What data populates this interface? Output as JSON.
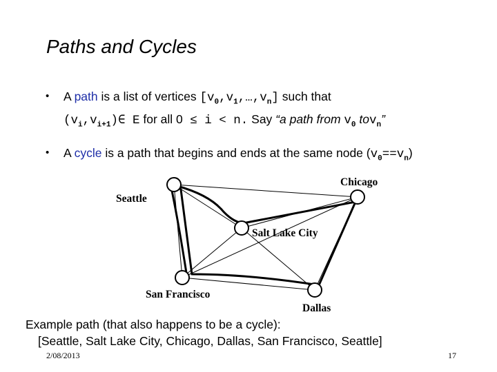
{
  "slide": {
    "title": "Paths and Cycles",
    "date": "2/08/2013",
    "page_number": "17"
  },
  "bullet1": {
    "t1": "A ",
    "kw": "path",
    "t2": " is a list of vertices ",
    "list_open": "[v",
    "s0": "0",
    "c1": ",v",
    "s1": "1",
    "c2": ",…,v",
    "sn": "n",
    "list_close": "]",
    "t3": "  such that",
    "line2_open": "(v",
    "si": "i",
    "line2_mid": ",v",
    "sip1": "i+1",
    "line2_close": ")∈ E",
    "t4": " for all ",
    "zero": "0",
    "cond": " ≤ i < n.",
    "t5": "  Say ",
    "quote1": "“a path from ",
    "v0": "v",
    "v0sub": "0",
    "to": " to",
    "vn": "v",
    "vnsub": "n",
    "quote_end": "”"
  },
  "bullet2": {
    "t1": "A ",
    "kw": "cycle",
    "t2": " is a path that begins and ends at the same node (",
    "eq_v0": "v",
    "eq_v0sub": "0",
    "eq_mid": "==v",
    "eq_vnsub": "n",
    "t3": ")"
  },
  "graph": {
    "nodes": [
      {
        "id": "seattle",
        "label": "Seattle"
      },
      {
        "id": "chicago",
        "label": "Chicago"
      },
      {
        "id": "slc",
        "label": "Salt Lake City"
      },
      {
        "id": "sf",
        "label": "San Francisco"
      },
      {
        "id": "dallas",
        "label": "Dallas"
      }
    ],
    "edges": [
      [
        "seattle",
        "chicago"
      ],
      [
        "seattle",
        "slc"
      ],
      [
        "seattle",
        "sf"
      ],
      [
        "slc",
        "chicago"
      ],
      [
        "slc",
        "sf"
      ],
      [
        "slc",
        "dallas"
      ],
      [
        "sf",
        "dallas"
      ],
      [
        "sf",
        "chicago"
      ],
      [
        "chicago",
        "dallas"
      ]
    ],
    "highlighted_path": [
      "seattle",
      "slc",
      "chicago",
      "dallas",
      "sf",
      "seattle"
    ]
  },
  "example": {
    "line1": "Example path (that also happens to be a cycle):",
    "line2": "[Seattle, Salt Lake City, Chicago, Dallas, San Francisco, Seattle]"
  }
}
